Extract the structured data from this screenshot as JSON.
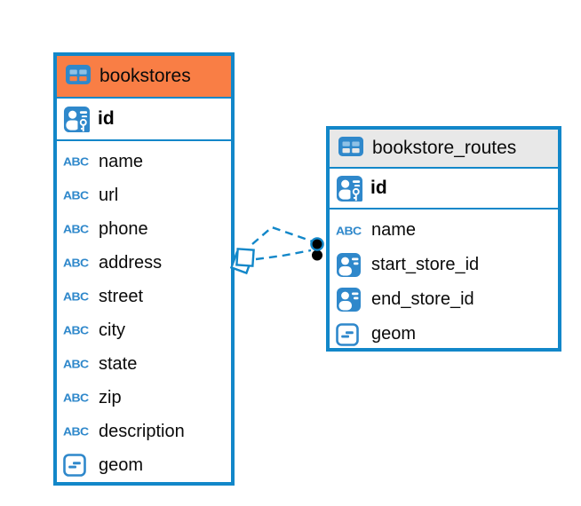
{
  "diagram": {
    "background_color": "#ffffff",
    "accent_blue": "#1287c9",
    "icon_blue": "#2f88cb",
    "tables": [
      {
        "title": "bookstores",
        "header_color": "#f97e45",
        "primary_key": {
          "name": "id",
          "type": "primary-key"
        },
        "fields": [
          {
            "name": "name",
            "type": "text"
          },
          {
            "name": "url",
            "type": "text"
          },
          {
            "name": "phone",
            "type": "text"
          },
          {
            "name": "address",
            "type": "text"
          },
          {
            "name": "street",
            "type": "text"
          },
          {
            "name": "city",
            "type": "text"
          },
          {
            "name": "state",
            "type": "text"
          },
          {
            "name": "zip",
            "type": "text"
          },
          {
            "name": "description",
            "type": "text"
          },
          {
            "name": "geom",
            "type": "geometry"
          }
        ]
      },
      {
        "title": "bookstore_routes",
        "header_color": "#e8e8e8",
        "primary_key": {
          "name": "id",
          "type": "primary-key"
        },
        "fields": [
          {
            "name": "name",
            "type": "text"
          },
          {
            "name": "start_store_id",
            "type": "foreign-key"
          },
          {
            "name": "end_store_id",
            "type": "foreign-key"
          },
          {
            "name": "geom",
            "type": "geometry"
          }
        ]
      }
    ],
    "relationship": {
      "from_table": "bookstores",
      "to_table": "bookstore_routes",
      "line_style": "dashed",
      "line_color": "#1287c9",
      "source_marker": "overlapping-squares",
      "target_marker": "stacked-black-dots"
    },
    "icons": {
      "text_type_label": "ABC"
    }
  }
}
